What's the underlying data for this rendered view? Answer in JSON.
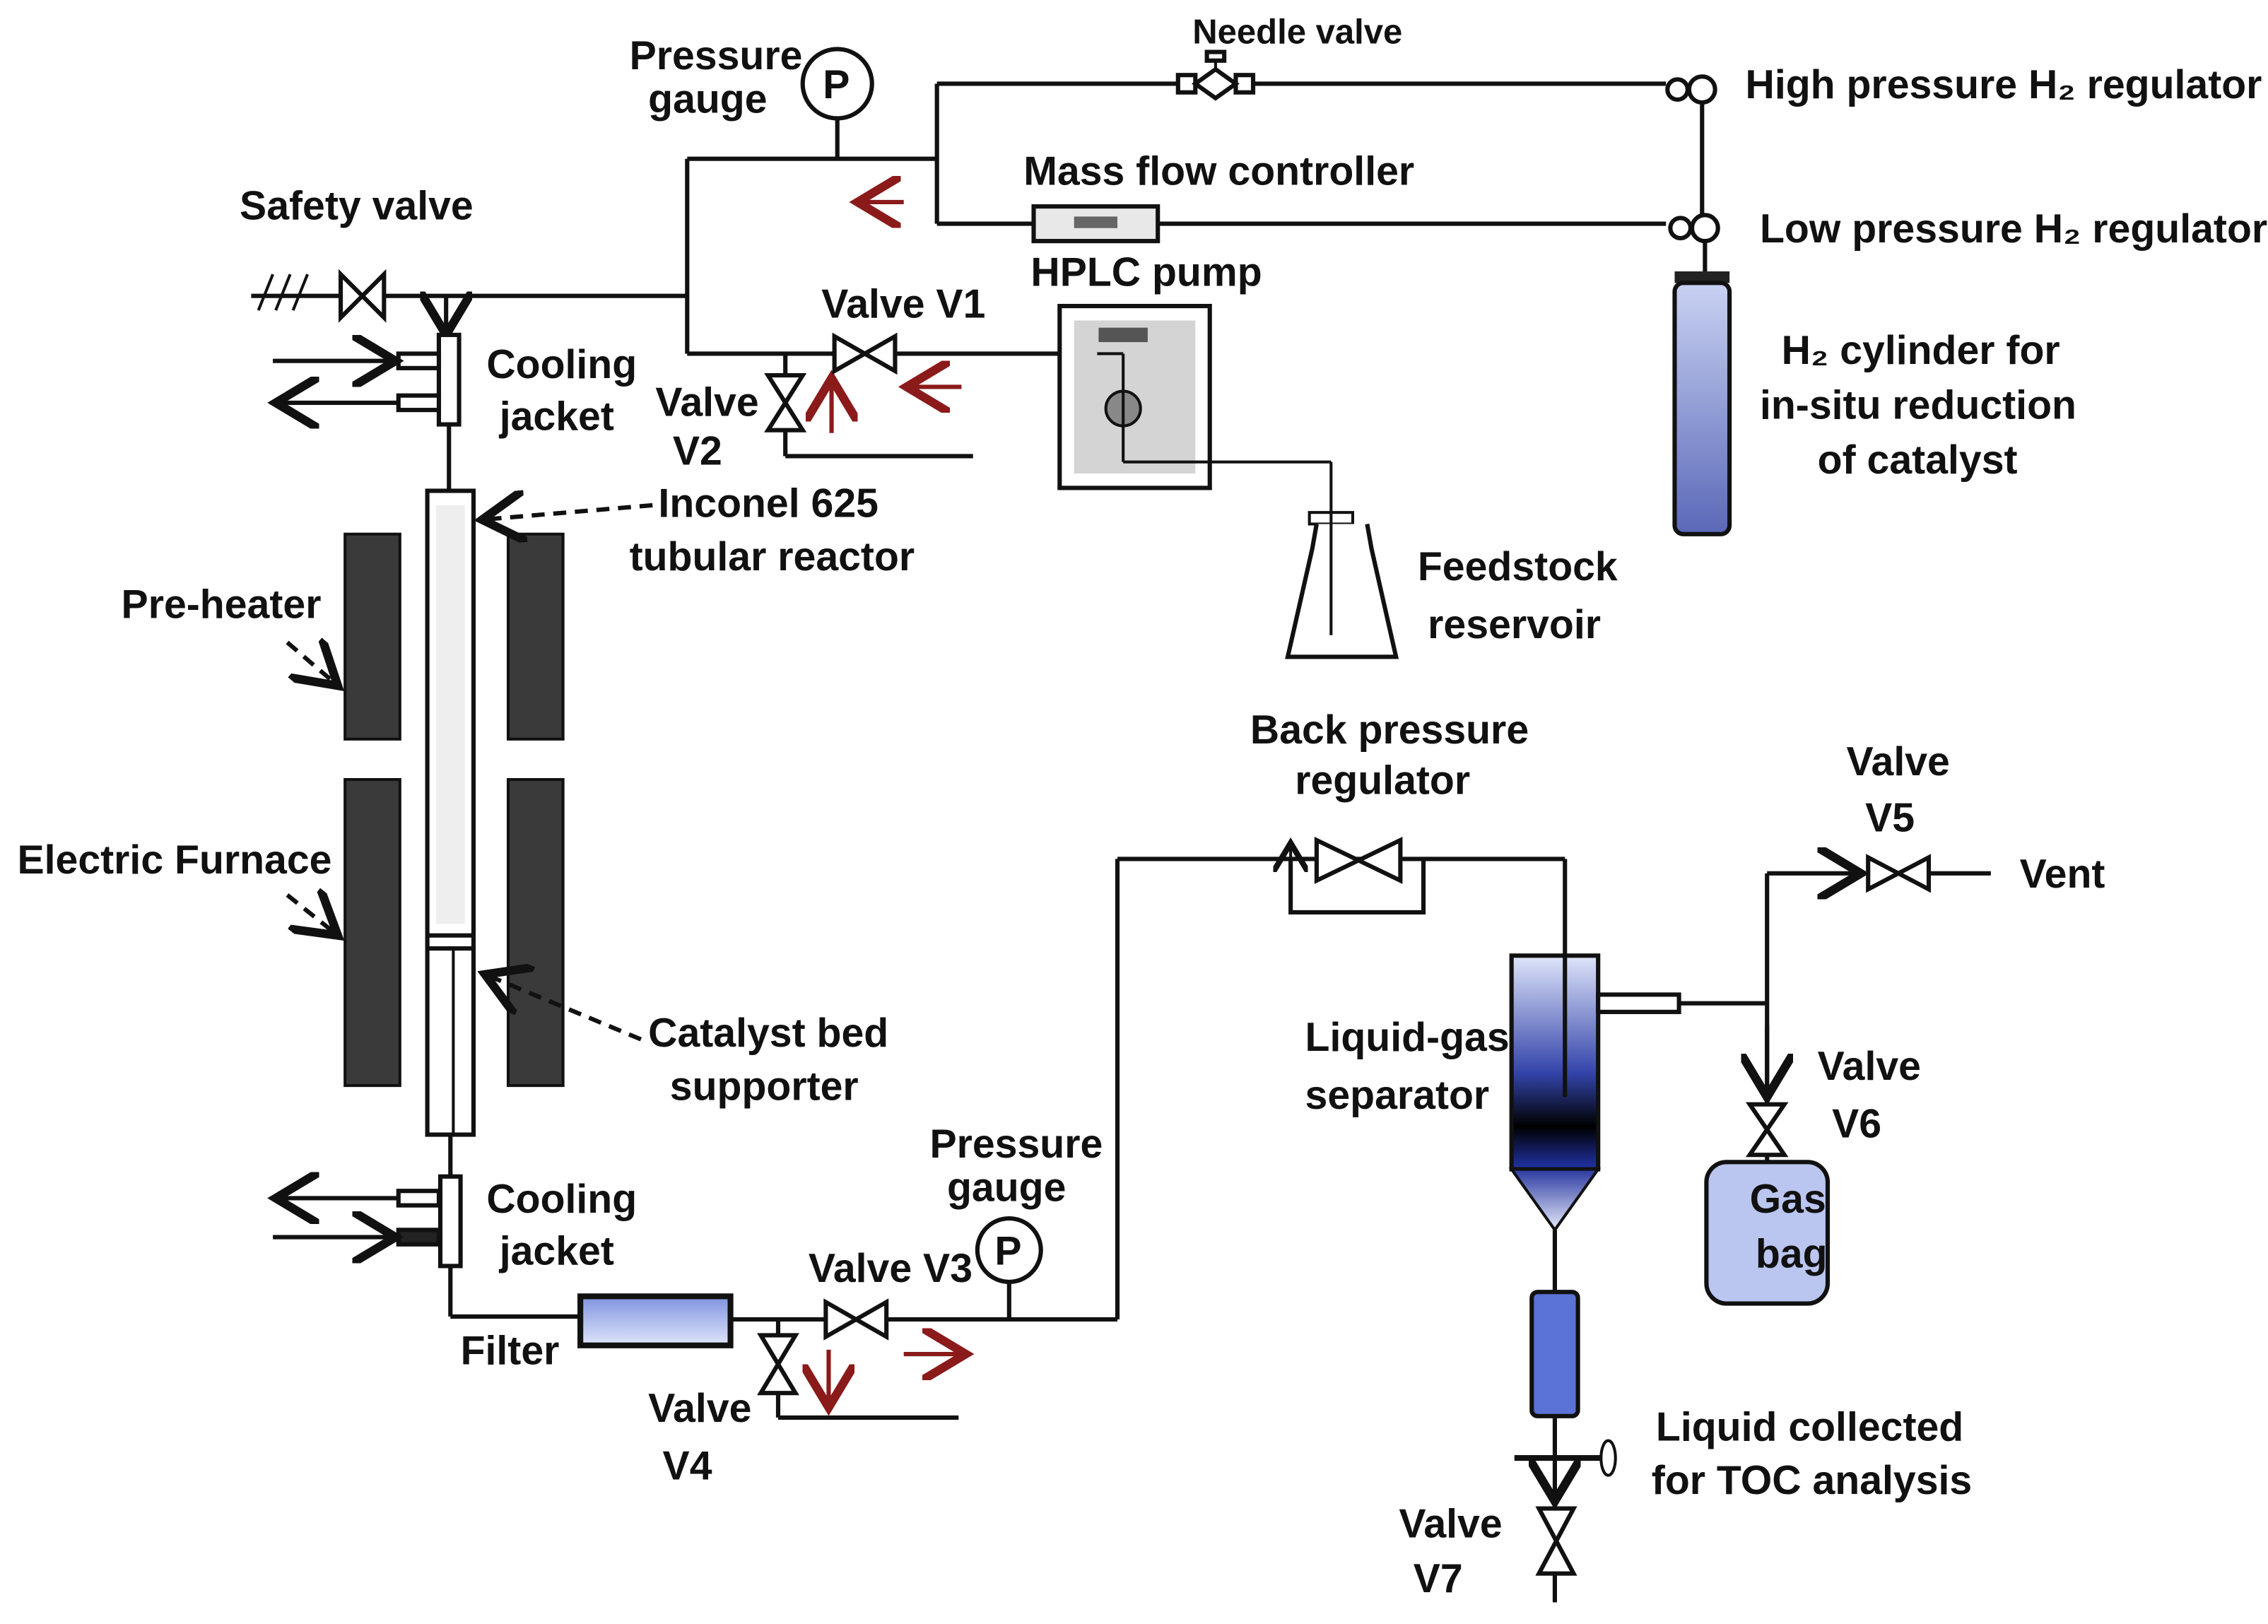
{
  "diagram": {
    "type": "process-flow-schematic",
    "labels": {
      "needle_valve": "Needle valve",
      "pressure_gauge_top_1": "Pressure",
      "pressure_gauge_top_2": "gauge",
      "gauge_symbol": "P",
      "high_pressure_reg": "High pressure H₂ regulator",
      "mass_flow_controller": "Mass flow  controller",
      "low_pressure_reg": "Low pressure  H₂ regulator",
      "safety_valve": "Safety valve",
      "hplc_pump": "HPLC pump",
      "valve_v1": "Valve  V1",
      "valve_v2_1": "Valve",
      "valve_v2_2": "V2",
      "cooling_jacket_top_1": "Cooling",
      "cooling_jacket_top_2": "jacket",
      "h2_cylinder_1": "H₂ cylinder for",
      "h2_cylinder_2": "in-situ reduction",
      "h2_cylinder_3": "of catalyst",
      "reactor_1": "Inconel 625",
      "reactor_2": "tubular reactor",
      "pre_heater": "Pre-heater",
      "feedstock_1": "Feedstock",
      "feedstock_2": "reservoir",
      "electric_furnace": "Electric Furnace",
      "back_pressure_1": "Back pressure",
      "back_pressure_2": "regulator",
      "valve_v5_1": "Valve",
      "valve_v5_2": "V5",
      "vent": "Vent",
      "catalyst_bed_1": "Catalyst bed",
      "catalyst_bed_2": "supporter",
      "separator_1": "Liquid-gas",
      "separator_2": "separator",
      "valve_v6_1": "Valve",
      "valve_v6_2": "V6",
      "pressure_gauge_bottom_1": "Pressure",
      "pressure_gauge_bottom_2": "gauge",
      "cooling_jacket_bottom_1": "Cooling",
      "cooling_jacket_bottom_2": "jacket",
      "valve_v3": "Valve V3",
      "gas_bag_1": "Gas",
      "gas_bag_2": "bag",
      "filter": "Filter",
      "valve_v4_1": "Valve",
      "valve_v4_2": "V4",
      "liquid_collected_1": "Liquid collected",
      "liquid_collected_2": "for TOC analysis",
      "valve_v7_1": "Valve",
      "valve_v7_2": "V7"
    },
    "colors": {
      "line": "#111111",
      "flow_arrow": "#8b1a1a",
      "heater": "#3a3a3a",
      "blue_fill": "#5b72d6",
      "light_blue": "#b9c5ee",
      "gray_fill": "#d4d4d4"
    }
  }
}
